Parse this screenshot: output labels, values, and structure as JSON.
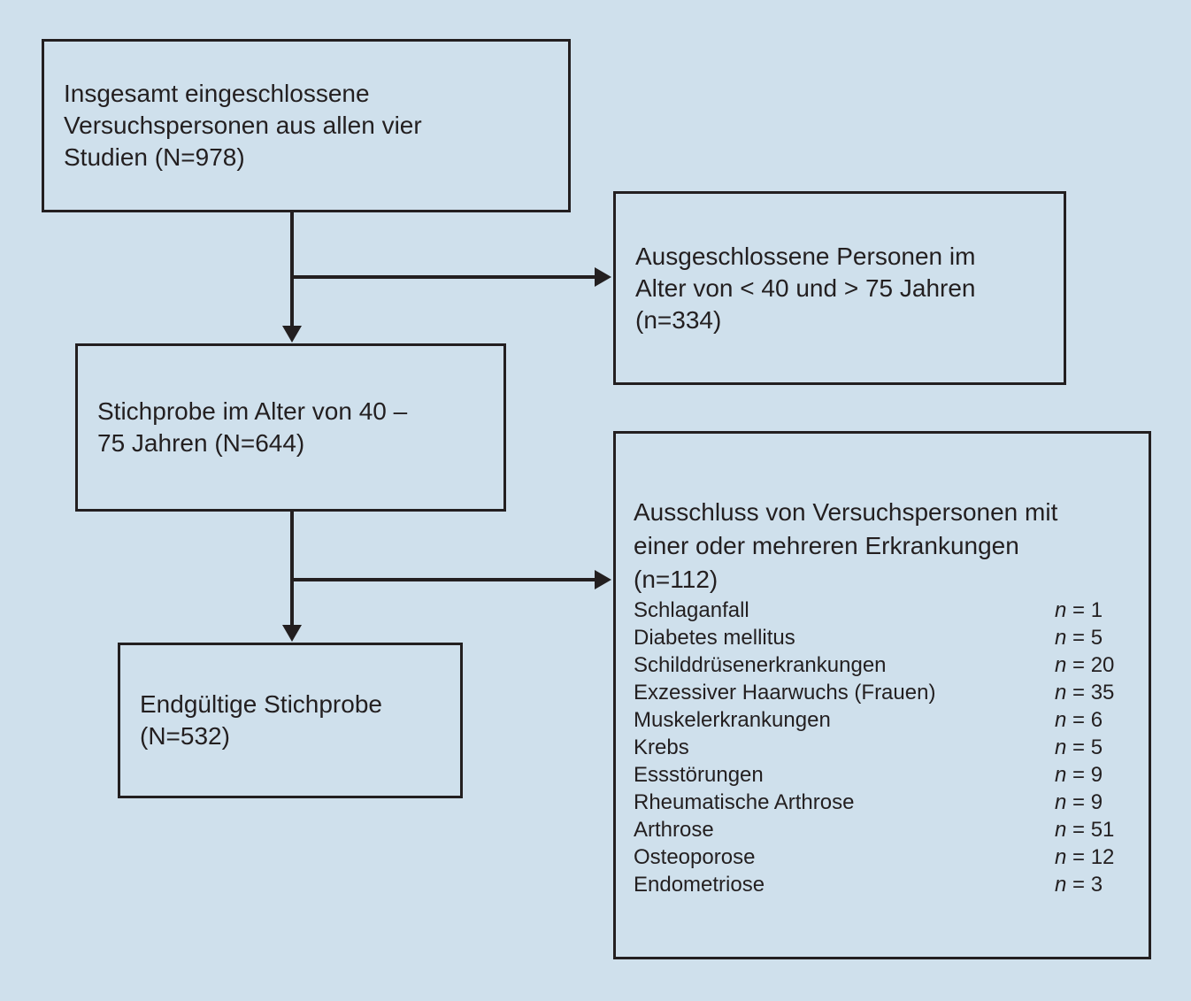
{
  "figure": {
    "background_color": "#cfe0ec",
    "line_color": "#231f20",
    "text_color": "#231f20"
  },
  "boxes": {
    "total_included": {
      "text": "Insgesamt eingeschlossene\nVersuchspersonen aus allen vier\nStudien (N=978)"
    },
    "excluded_age": {
      "text": "Ausgeschlossene Personen im\nAlter von < 40 und > 75 Jahren\n(n=334)"
    },
    "age_sample": {
      "text": "Stichprobe im Alter von 40 –\n75 Jahren (N=644)"
    },
    "excluded_diseases": {
      "header": "Ausschluss von Versuchspersonen mit\neiner oder mehreren Erkrankungen\n(n=112)",
      "n_symbol": "n",
      "equals": "=",
      "items": [
        {
          "label": "Schlaganfall",
          "count": "1"
        },
        {
          "label": "Diabetes mellitus",
          "count": "5"
        },
        {
          "label": "Schilddrüsenerkrankungen",
          "count": "20"
        },
        {
          "label": "Exzessiver Haarwuchs (Frauen)",
          "count": "35"
        },
        {
          "label": "Muskelerkrankungen",
          "count": "6"
        },
        {
          "label": "Krebs",
          "count": "5"
        },
        {
          "label": "Essstörungen",
          "count": "9"
        },
        {
          "label": "Rheumatische Arthrose",
          "count": "9"
        },
        {
          "label": "Arthrose",
          "count": "51"
        },
        {
          "label": "Osteoporose",
          "count": "12"
        },
        {
          "label": "Endometriose",
          "count": "3"
        }
      ]
    },
    "final_sample": {
      "text": "Endgültige Stichprobe\n(N=532)"
    }
  }
}
